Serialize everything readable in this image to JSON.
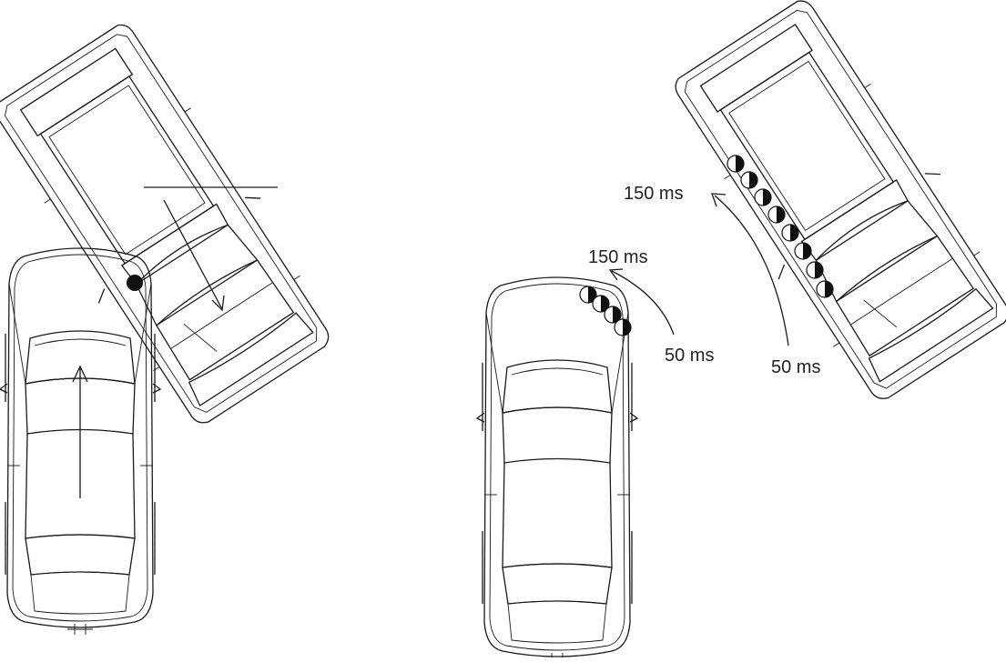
{
  "diagram": {
    "left_scene": {
      "description_visible": false
    },
    "right_scene": {
      "labels": {
        "car_start": "50 ms",
        "car_end": "150 ms",
        "truck_start": "50 ms",
        "truck_end": "150 ms"
      }
    }
  },
  "colors": {
    "line": "#1a1a1a",
    "text": "#222222",
    "background": "#ffffff"
  }
}
